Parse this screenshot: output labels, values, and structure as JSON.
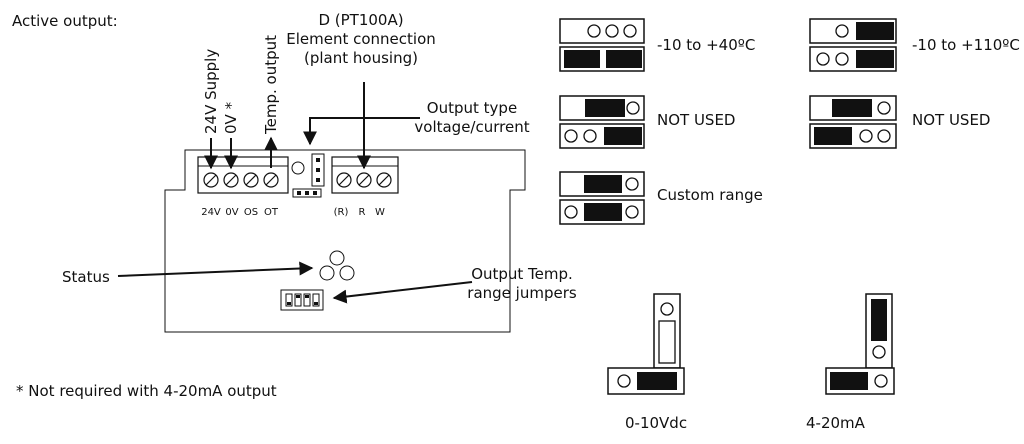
{
  "heading": "Active output:",
  "footnote": "* Not required with 4-20mA output",
  "board": {
    "labels": {
      "supply": "24V Supply",
      "zero_v": "0V *",
      "temp_output": "Temp. output",
      "d_title": "D (PT100A)",
      "d_line2": "Element connection",
      "d_line3": "(plant housing)",
      "output_type_line1": "Output type",
      "output_type_line2": "voltage/current",
      "status": "Status",
      "range_line1": "Output Temp.",
      "range_line2": "range jumpers"
    },
    "left_terminals": [
      "24V",
      "0V",
      "OS",
      "OT"
    ],
    "right_terminals": [
      "(R)",
      "R",
      "W"
    ]
  },
  "range_settings": [
    {
      "label": "-10 to +40ºC"
    },
    {
      "label": "-10 to +110ºC"
    },
    {
      "label": "NOT USED"
    },
    {
      "label": "NOT USED"
    },
    {
      "label": "Custom range"
    }
  ],
  "output_settings": [
    {
      "label": "0-10Vdc"
    },
    {
      "label": "4-20mA"
    }
  ]
}
